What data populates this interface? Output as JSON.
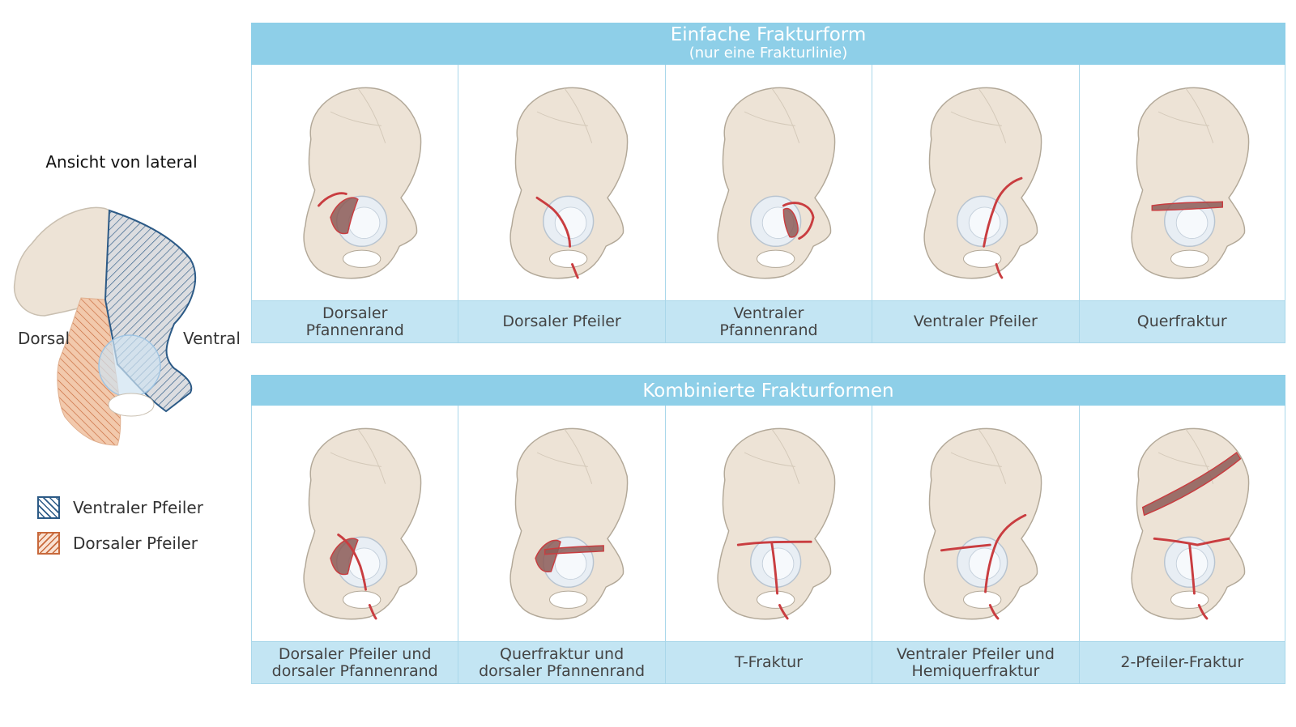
{
  "lateral_view": {
    "title": "Ansicht von lateral",
    "dorsal_label": "Dorsal",
    "ventral_label": "Ventral",
    "legend": [
      {
        "label": "Ventraler Pfeiler",
        "color": "#2c5a86"
      },
      {
        "label": "Dorsaler Pfeiler",
        "color": "#c8693b"
      }
    ]
  },
  "simple": {
    "title": "Einfache Frakturform",
    "subtitle": "(nur eine Frakturlinie)",
    "types": [
      {
        "label": "Dorsaler\nPfannenrand",
        "fracture": "posterior-wall"
      },
      {
        "label": "Dorsaler Pfeiler",
        "fracture": "posterior-column"
      },
      {
        "label": "Ventraler\nPfannenrand",
        "fracture": "anterior-wall"
      },
      {
        "label": "Ventraler Pfeiler",
        "fracture": "anterior-column"
      },
      {
        "label": "Querfraktur",
        "fracture": "transverse"
      }
    ]
  },
  "combined": {
    "title": "Kombinierte Frakturformen",
    "types": [
      {
        "label": "Dorsaler Pfeiler und\ndorsaler Pfannenrand",
        "fracture": "pc-pw"
      },
      {
        "label": "Querfraktur und\ndorsaler Pfannenrand",
        "fracture": "tr-pw"
      },
      {
        "label": "T-Fraktur",
        "fracture": "t-type"
      },
      {
        "label": "Ventraler Pfeiler und\nHemiquerfraktur",
        "fracture": "ac-hemi"
      },
      {
        "label": "2-Pfeiler-Fraktur",
        "fracture": "both-column"
      }
    ]
  },
  "colors": {
    "header_bg": "#8ecfe8",
    "label_bg": "#c3e5f3",
    "bone": "#ede3d6",
    "bone_outline": "#b2a898",
    "fracture_line": "#c93d40",
    "fracture_fill": "#8c5a56"
  }
}
